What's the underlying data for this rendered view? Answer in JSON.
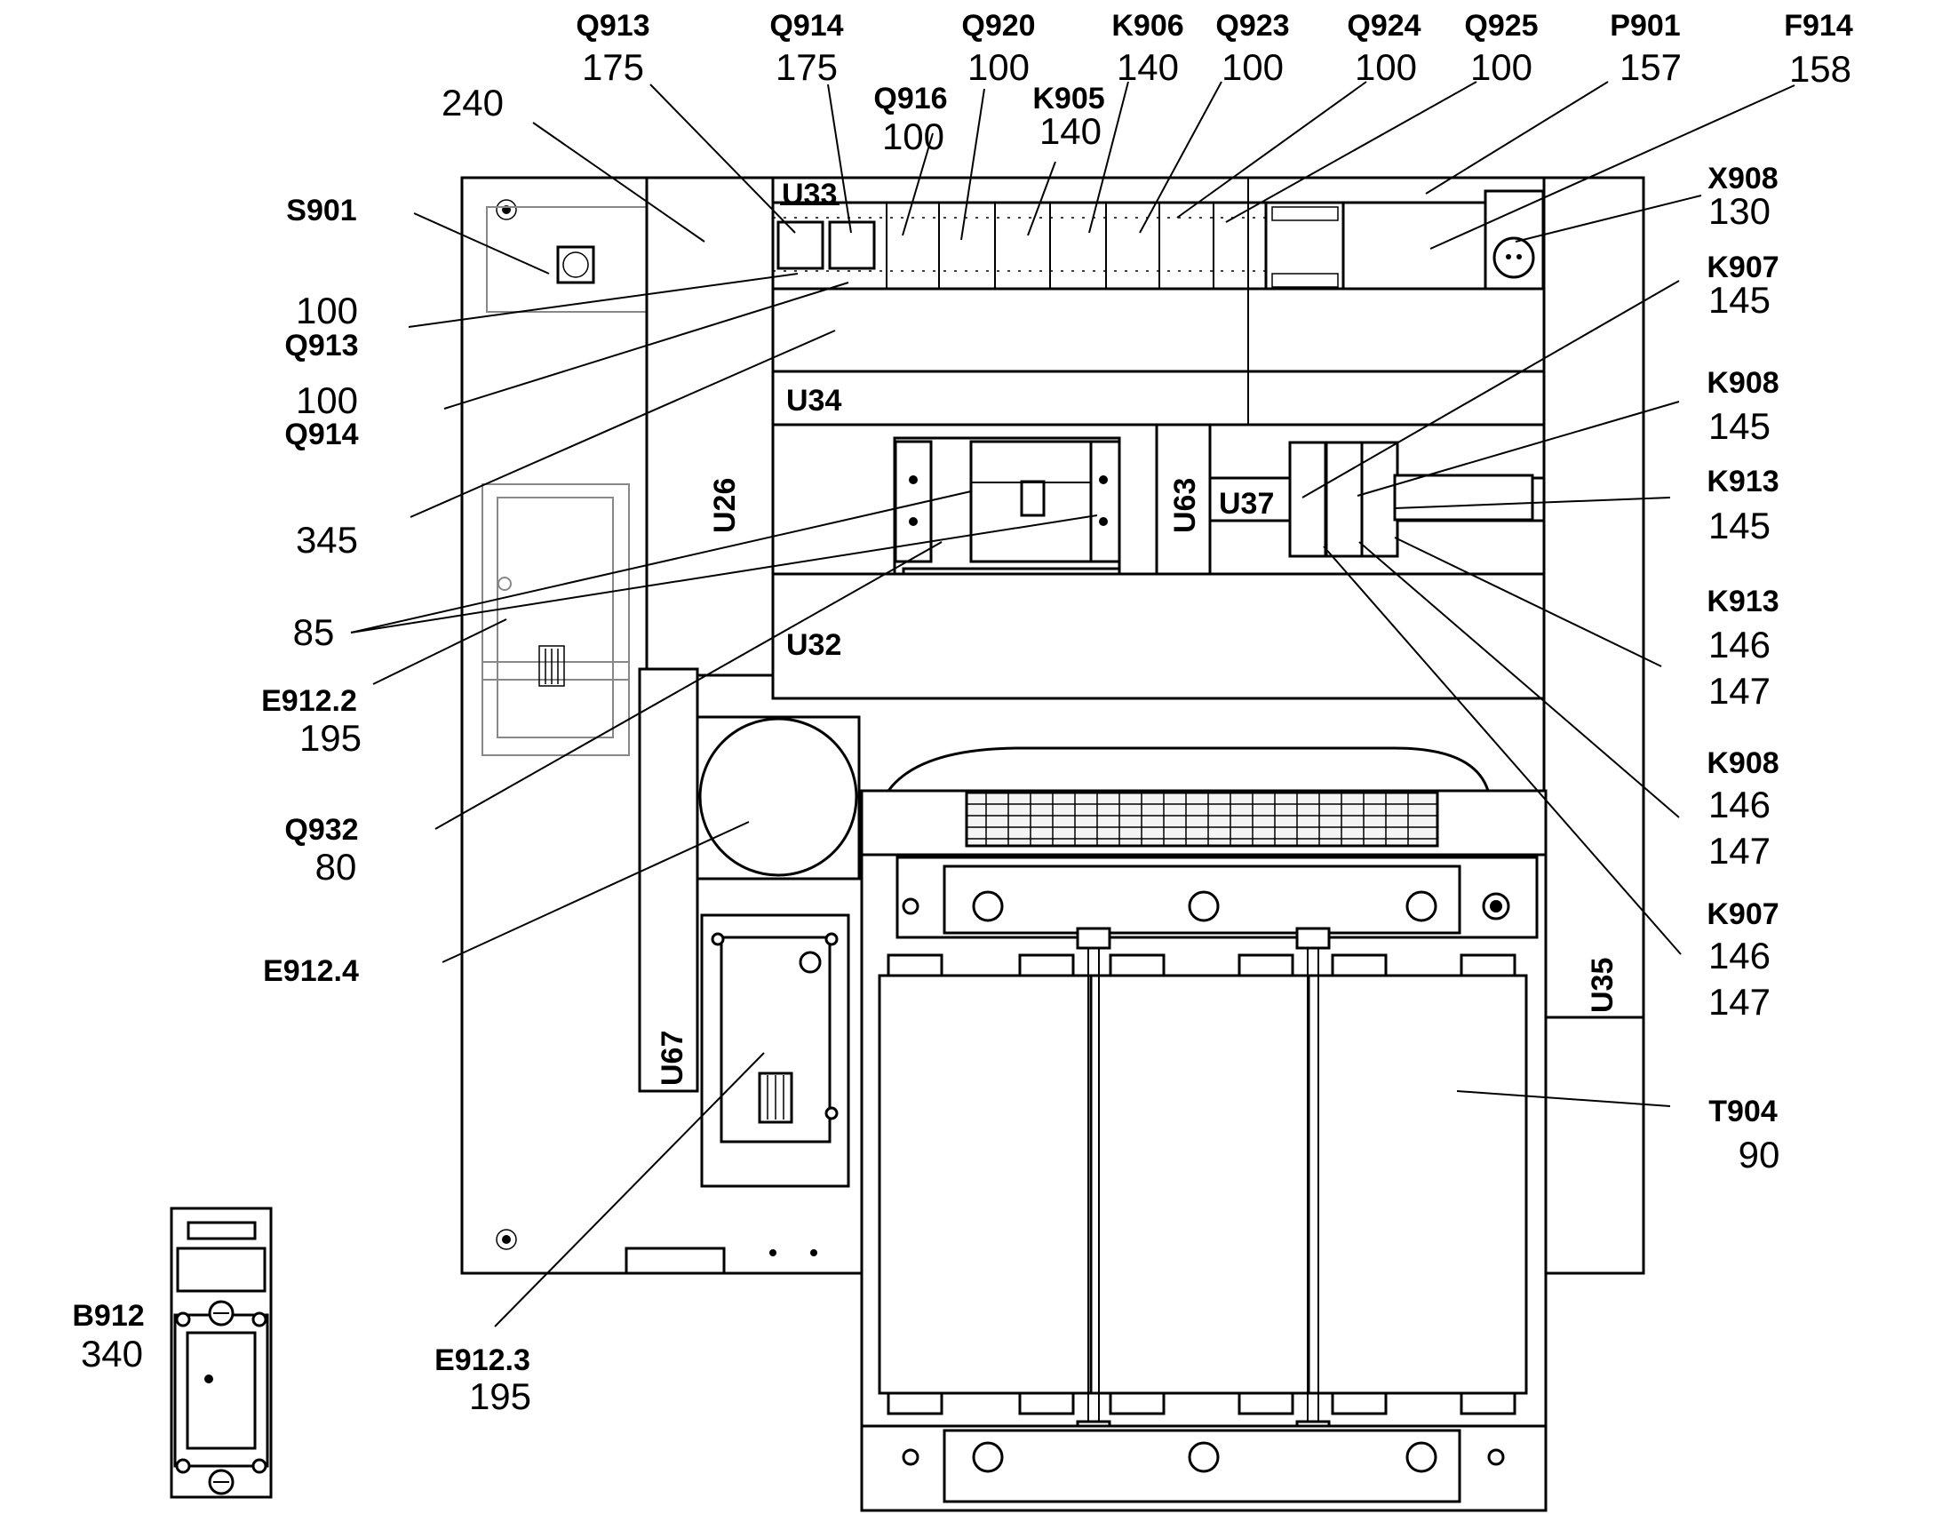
{
  "unit_labels": {
    "u33": "U33",
    "u34": "U34",
    "u26": "U26",
    "u63": "U63",
    "u37": "U37",
    "u32": "U32",
    "u67": "U67",
    "u35": "U35"
  },
  "callouts": {
    "q913_top": {
      "code": "Q913",
      "num": "175"
    },
    "q914_top": {
      "code": "Q914",
      "num": "175"
    },
    "q920": {
      "code": "Q920",
      "num": "100"
    },
    "k906": {
      "code": "K906",
      "num": "140"
    },
    "q923": {
      "code": "Q923",
      "num": "100"
    },
    "q924": {
      "code": "Q924",
      "num": "100"
    },
    "q925": {
      "code": "Q925",
      "num": "100"
    },
    "p901": {
      "code": "P901",
      "num": "157"
    },
    "f914": {
      "code": "F914",
      "num": "158"
    },
    "q916": {
      "code": "Q916",
      "num": "100"
    },
    "k905": {
      "code": "K905",
      "num": "140"
    },
    "x908": {
      "code": "X908",
      "num": "130"
    },
    "k907_a": {
      "code": "K907",
      "num": "145"
    },
    "k908_a": {
      "code": "K908",
      "num": "145"
    },
    "k913_a": {
      "code": "K913",
      "num": "145"
    },
    "k913_b": {
      "code": "K913",
      "num1": "146",
      "num2": "147"
    },
    "k908_b": {
      "code": "K908",
      "num1": "146",
      "num2": "147"
    },
    "k907_b": {
      "code": "K907",
      "num1": "146",
      "num2": "147"
    },
    "t904": {
      "code": "T904",
      "num": "90"
    },
    "plate": {
      "num": "240"
    },
    "s901": {
      "code": "S901"
    },
    "q913_left": {
      "num": "100",
      "code": "Q913"
    },
    "q914_left": {
      "num": "100",
      "code": "Q914"
    },
    "rail": {
      "num": "345"
    },
    "rail_clamps": {
      "num": "85"
    },
    "e912_2": {
      "code": "E912.2",
      "num": "195"
    },
    "q932": {
      "code": "Q932",
      "num": "80"
    },
    "e912_4": {
      "code": "E912.4"
    },
    "e912_3": {
      "code": "E912.3",
      "num": "195"
    },
    "b912": {
      "code": "B912",
      "num": "340"
    }
  }
}
